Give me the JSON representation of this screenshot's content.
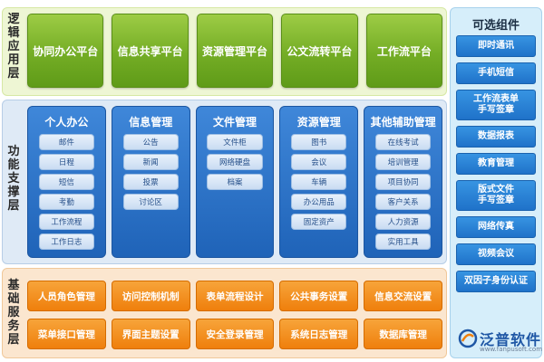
{
  "layers": {
    "application": "逻辑应用层",
    "function": "功能支撑层",
    "base": "基础服务层"
  },
  "application_items": [
    "协同办公平台",
    "信息共享平台",
    "资源管理平台",
    "公文流转平台",
    "工作流平台"
  ],
  "function_columns": [
    {
      "title": "个人办公",
      "items": [
        "邮件",
        "日程",
        "短信",
        "考勤",
        "工作流程",
        "工作日志"
      ]
    },
    {
      "title": "信息管理",
      "items": [
        "公告",
        "新闻",
        "投票",
        "讨论区"
      ]
    },
    {
      "title": "文件管理",
      "items": [
        "文件柜",
        "网络硬盘",
        "档案"
      ]
    },
    {
      "title": "资源管理",
      "items": [
        "图书",
        "会议",
        "车辆",
        "办公用品",
        "固定资产"
      ]
    },
    {
      "title": "其他辅助管理",
      "items": [
        "在线考试",
        "培训管理",
        "项目协同",
        "客户关系",
        "人力资源",
        "实用工具"
      ]
    }
  ],
  "base_items": [
    [
      "人员角色管理",
      "访问控制机制",
      "表单流程设计",
      "公共事务设置",
      "信息交流设置"
    ],
    [
      "菜单接口管理",
      "界面主题设置",
      "安全登录管理",
      "系统日志管理",
      "数据库管理"
    ]
  ],
  "optional": {
    "title": "可选组件",
    "items": [
      "即时通讯",
      "手机短信",
      "工作流表单\n手写签章",
      "数据报表",
      "教育管理",
      "版式文件\n手写签章",
      "网络传真",
      "视频会议",
      "双因子身份认证"
    ]
  },
  "logo": {
    "text": "泛普软件",
    "url": "www.fanpusoft.com",
    "icon": "fanpu-logo-icon"
  },
  "colors": {
    "application": "#74ad25",
    "function": "#1f63b8",
    "base": "#ef7f0c",
    "optional": "#1f72c9"
  }
}
